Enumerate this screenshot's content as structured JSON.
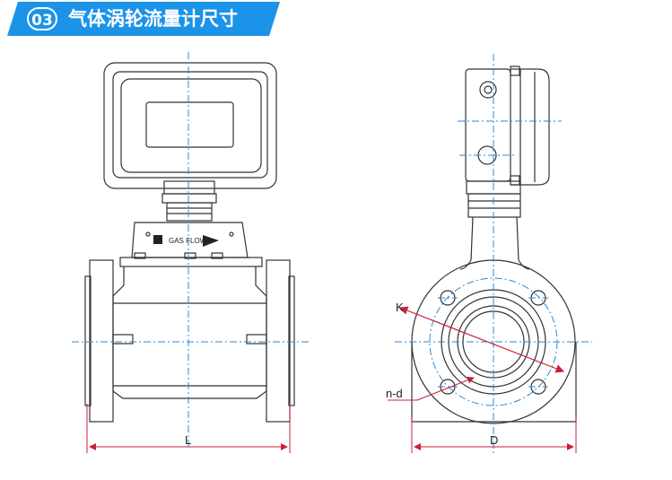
{
  "header": {
    "number": "03",
    "title": "气体涡轮流量计尺寸",
    "color": "#1b93e8"
  },
  "front_view": {
    "nameplate_text": "GAS FLOW",
    "dimension_label": "L"
  },
  "side_view": {
    "labels": {
      "k": "K",
      "nd": "n-d",
      "d": "D"
    }
  },
  "colors": {
    "line": "#333333",
    "centerline": "#2a8ad8",
    "dimension": "#c8203a"
  }
}
